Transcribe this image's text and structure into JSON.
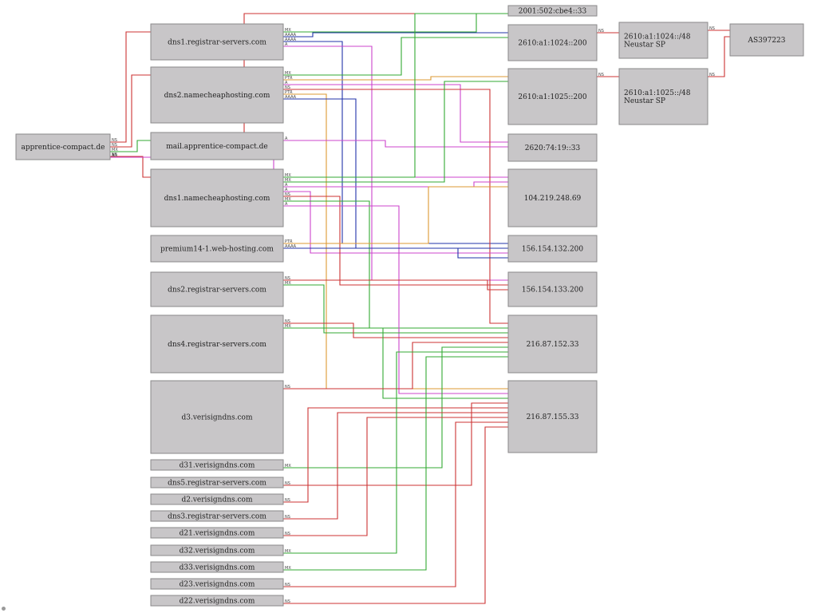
{
  "colors": {
    "ns": "#cc3333",
    "mx": "#33aa33",
    "a": "#cc44cc",
    "aaaa": "#2233aa",
    "ptr": "#dd9933",
    "light": "#99cc99",
    "node_fill": "#c8c6c8"
  },
  "edge_labels": {
    "ns": "NS",
    "mx": "MX",
    "ptr": "PTR",
    "a": "A",
    "aaaa": "AAAA"
  },
  "nodes": [
    {
      "id": "apprentice",
      "label": "apprentice-compact.de"
    },
    {
      "id": "dns1reg",
      "label": "dns1.registrar-servers.com"
    },
    {
      "id": "dns2nc",
      "label": "dns2.namecheaphosting.com"
    },
    {
      "id": "mail",
      "label": "mail.apprentice-compact.de"
    },
    {
      "id": "dns1nc",
      "label": "dns1.namecheaphosting.com"
    },
    {
      "id": "premium",
      "label": "premium14-1.web-hosting.com"
    },
    {
      "id": "dns2reg",
      "label": "dns2.registrar-servers.com"
    },
    {
      "id": "dns4reg",
      "label": "dns4.registrar-servers.com"
    },
    {
      "id": "d3",
      "label": "d3.verisigndns.com"
    },
    {
      "id": "d31",
      "label": "d31.verisigndns.com"
    },
    {
      "id": "dns5reg",
      "label": "dns5.registrar-servers.com"
    },
    {
      "id": "d2",
      "label": "d2.verisigndns.com"
    },
    {
      "id": "dns3reg",
      "label": "dns3.registrar-servers.com"
    },
    {
      "id": "d21",
      "label": "d21.verisigndns.com"
    },
    {
      "id": "d32",
      "label": "d32.verisigndns.com"
    },
    {
      "id": "d33",
      "label": "d33.verisigndns.com"
    },
    {
      "id": "d23",
      "label": "d23.verisigndns.com"
    },
    {
      "id": "d22",
      "label": "d22.verisigndns.com"
    },
    {
      "id": "ip6a",
      "label": "2001:502:cbe4::33"
    },
    {
      "id": "ip6b",
      "label": "2610:a1:1024::200"
    },
    {
      "id": "ip6c",
      "label": "2610:a1:1025::200"
    },
    {
      "id": "ip6d",
      "label": "2620:74:19::33"
    },
    {
      "id": "ip4a",
      "label": "104.219.248.69"
    },
    {
      "id": "ip4b",
      "label": "156.154.132.200"
    },
    {
      "id": "ip4c",
      "label": "156.154.133.200"
    },
    {
      "id": "ip4d",
      "label": "216.87.152.33"
    },
    {
      "id": "ip4e",
      "label": "216.87.155.33"
    },
    {
      "id": "net1",
      "label": "2610:a1:1024::/48",
      "label2": "Neustar SP"
    },
    {
      "id": "net2",
      "label": "2610:a1:1025::/48",
      "label2": "Neustar SP"
    },
    {
      "id": "as",
      "label": "AS397223"
    }
  ],
  "edges": [
    {
      "from": "apprentice",
      "to": "dns1reg",
      "kind": "ns"
    },
    {
      "from": "apprentice",
      "to": "dns2nc",
      "kind": "ns"
    },
    {
      "from": "apprentice",
      "to": "mail",
      "kind": "mx"
    },
    {
      "from": "apprentice",
      "to": "dns1nc",
      "kind": "ns"
    },
    {
      "from": "apprentice",
      "to": "ip6a",
      "kind": "ns"
    },
    {
      "from": "apprentice",
      "to": "ip4a",
      "kind": "a"
    },
    {
      "from": "dns1reg",
      "to": "ip6a",
      "kind": "mx"
    },
    {
      "from": "dns1reg",
      "to": "ip6b",
      "kind": "aaaa"
    },
    {
      "from": "dns1reg",
      "to": "ip4b",
      "kind": "aaaa"
    },
    {
      "from": "dns1reg",
      "to": "ip4c",
      "kind": "a"
    },
    {
      "from": "dns2nc",
      "to": "ip6b",
      "kind": "mx"
    },
    {
      "from": "dns2nc",
      "to": "ip6c",
      "kind": "ptr"
    },
    {
      "from": "dns2nc",
      "to": "ip6d",
      "kind": "a"
    },
    {
      "from": "dns2nc",
      "to": "ip4d",
      "kind": "ns"
    },
    {
      "from": "dns2nc",
      "to": "ip4e",
      "kind": "ptr"
    },
    {
      "from": "dns2nc",
      "to": "ip4b",
      "kind": "aaaa"
    },
    {
      "from": "mail",
      "to": "ip6d",
      "kind": "a"
    },
    {
      "from": "dns1nc",
      "to": "ip6a",
      "kind": "mx"
    },
    {
      "from": "dns1nc",
      "to": "ip6c",
      "kind": "mx"
    },
    {
      "from": "dns1nc",
      "to": "ip4a",
      "kind": "a"
    },
    {
      "from": "dns1nc",
      "to": "ip4b",
      "kind": "a"
    },
    {
      "from": "dns1nc",
      "to": "ip4c",
      "kind": "ns"
    },
    {
      "from": "dns1nc",
      "to": "ip4d",
      "kind": "mx"
    },
    {
      "from": "dns1nc",
      "to": "ip4e",
      "kind": "a"
    },
    {
      "from": "premium",
      "to": "ip4a",
      "kind": "ptr"
    },
    {
      "from": "premium",
      "to": "ip4b",
      "kind": "aaaa"
    },
    {
      "from": "dns2reg",
      "to": "ip4c",
      "kind": "ns"
    },
    {
      "from": "dns2reg",
      "to": "ip4d",
      "kind": "mx"
    },
    {
      "from": "dns4reg",
      "to": "ip4d",
      "kind": "ns"
    },
    {
      "from": "dns4reg",
      "to": "ip4e",
      "kind": "mx"
    },
    {
      "from": "d3",
      "to": "ip4d",
      "kind": "ns"
    },
    {
      "from": "d31",
      "to": "ip4d",
      "kind": "mx"
    },
    {
      "from": "dns5reg",
      "to": "ip4e",
      "kind": "ns"
    },
    {
      "from": "d2",
      "to": "ip4e",
      "kind": "ns"
    },
    {
      "from": "dns3reg",
      "to": "ip4e",
      "kind": "ns"
    },
    {
      "from": "d21",
      "to": "ip4e",
      "kind": "ns"
    },
    {
      "from": "d32",
      "to": "ip4d",
      "kind": "mx"
    },
    {
      "from": "d33",
      "to": "ip4d",
      "kind": "mx"
    },
    {
      "from": "d23",
      "to": "ip4e",
      "kind": "ns"
    },
    {
      "from": "d22",
      "to": "ip4e",
      "kind": "ns"
    },
    {
      "from": "ip6b",
      "to": "net1",
      "kind": "ns"
    },
    {
      "from": "ip6c",
      "to": "net2",
      "kind": "ns"
    },
    {
      "from": "net1",
      "to": "as",
      "kind": "ns"
    },
    {
      "from": "net2",
      "to": "as",
      "kind": "ns"
    }
  ]
}
